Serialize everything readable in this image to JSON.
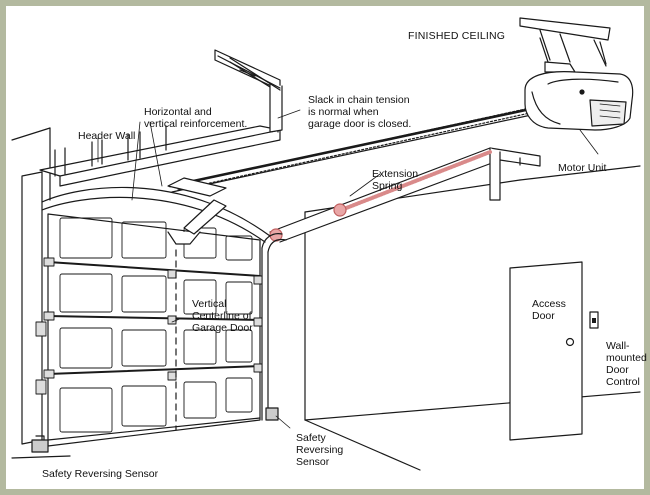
{
  "labels": {
    "finished_ceiling": "FINISHED CEILING",
    "slack_chain": "Slack in chain tension\nis normal when\ngarage door is closed.",
    "horizontal_vertical": "Horizontal and\nvertical reinforcement.",
    "header_wall": "Header Wall",
    "motor_unit": "Motor Unit",
    "extension_spring": "Extension\nSpring",
    "vertical_centerline": "Vertical\nCenterline of\nGarage Door",
    "access_door": "Access\nDoor",
    "wall_control": "Wall-\nmounted\nDoor\nControl",
    "safety_sensor_right": "Safety\nReversing\nSensor",
    "safety_sensor_left": "Safety Reversing Sensor"
  },
  "colors": {
    "line": "#1a1a1a",
    "frame": "#b3b99f",
    "spring": "#d98a8a"
  }
}
